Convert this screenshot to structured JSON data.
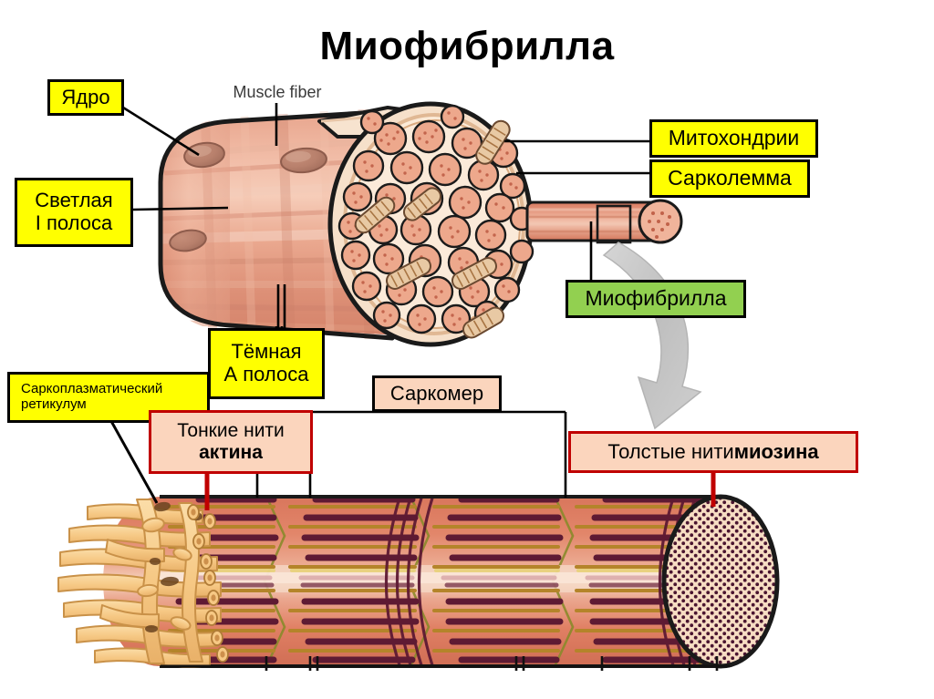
{
  "title": "Миофибрилла",
  "figure_type": "anatomical-diagram",
  "subject": "Строение мышечного волокна и миофибриллы",
  "colors": {
    "label_yellow": "#ffff00",
    "label_green": "#92d050",
    "label_peach": "#fbd5bd",
    "label_red_border": "#c00000",
    "fiber_pink": "#e8a48d",
    "fiber_pink_dark": "#d68d73",
    "myofibril_salmon": "#e07a5f",
    "myosin_dark": "#5e1a33",
    "actin_olive": "#b4842a",
    "sr_tan": "#f4c98a",
    "arrow_gray": "#c8c8c8",
    "endcap_cream": "#f7ddc3",
    "leader_black": "#000000"
  },
  "labels": {
    "nucleus": "Ядро",
    "muscle_fiber": "Muscle fiber",
    "light_i_band_line1": "Светлая",
    "light_i_band_line2": "I полоса",
    "dark_a_band_line1": "Тёмная",
    "dark_a_band_line2": "А полоса",
    "mitochondria": "Митохондрии",
    "sarcolemma": "Сарколемма",
    "myofibril": "Миофибрилла",
    "sarcoplasmic_reticulum_line1": "Саркоплазматический",
    "sarcoplasmic_reticulum_line2": "ретикулум",
    "thin_actin_line1": "Тонкие нити",
    "thin_actin_line2": "актина",
    "sarcomere": "Саркомер",
    "thick_myosin_normal": "Толстые нити ",
    "thick_myosin_bold": "миозина"
  },
  "structure": {
    "top_illustration": "Мышечное волокно в разрезе с ядрами, митохондриями, сарколеммой и пучком миофибрилл на поперечном срезе",
    "bottom_illustration": "Увеличенная миофибрилла: саркоплазматический ретикулум слева, саркомеры с толстыми и тонкими нитями, поперечный срез справа",
    "cross_section_myofibril_count": 46,
    "mitochondria_in_cross_section": 6,
    "sarcomere_bracket": true,
    "zoom_callout_box": true,
    "curved_zoom_arrow": true
  }
}
